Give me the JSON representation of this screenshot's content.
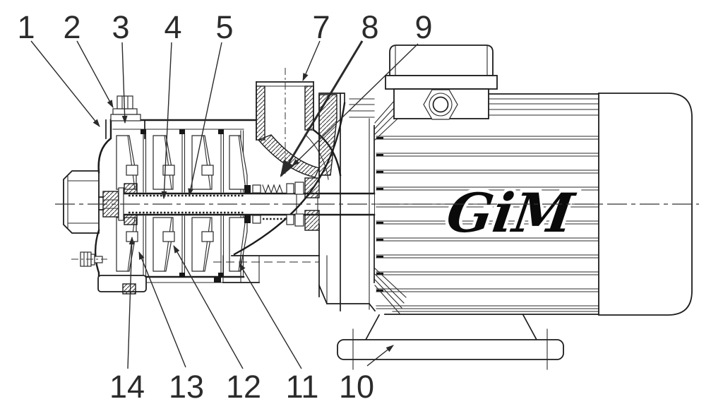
{
  "figure": {
    "logo_text": "GiM"
  },
  "callouts": {
    "top": [
      {
        "label": "1"
      },
      {
        "label": "2"
      },
      {
        "label": "3"
      },
      {
        "label": "4"
      },
      {
        "label": "5"
      },
      {
        "label": "7"
      },
      {
        "label": "8"
      },
      {
        "label": "9"
      }
    ],
    "bottom": [
      {
        "label": "14"
      },
      {
        "label": "13"
      },
      {
        "label": "12"
      },
      {
        "label": "11"
      },
      {
        "label": "10"
      }
    ]
  }
}
